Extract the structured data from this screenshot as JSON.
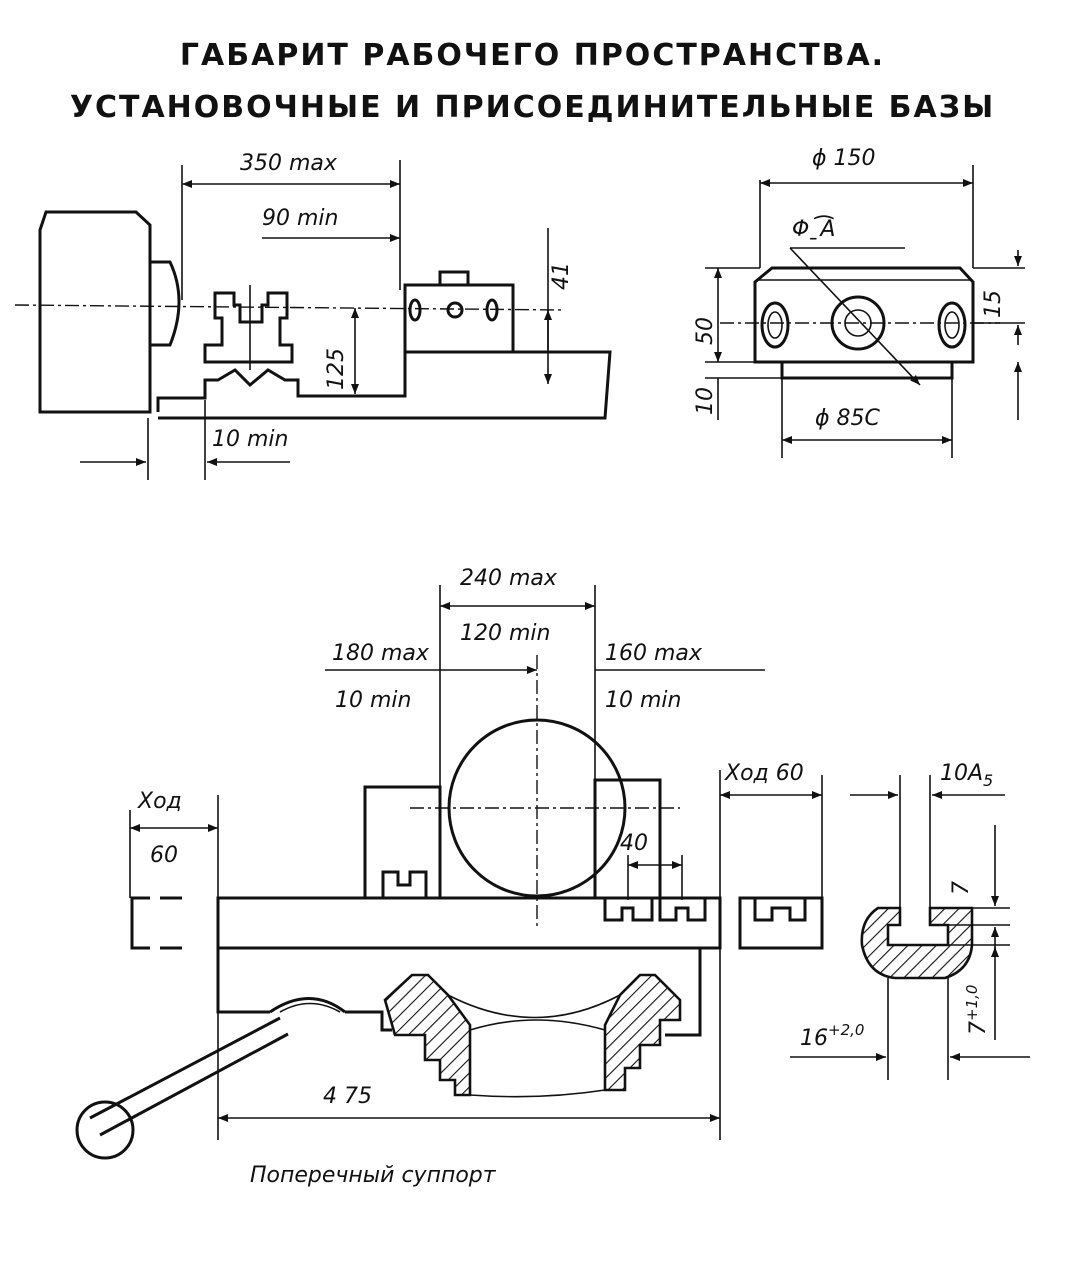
{
  "title": {
    "line1": "ГАБАРИТ РАБОЧЕГО ПРОСТРАНСТВА.",
    "line2": "УСТАНОВОЧНЫЕ И ПРИСОЕДИНИТЕЛЬНЫЕ БАЗЫ"
  },
  "side_view": {
    "dim_350max": "350 max",
    "dim_90min": "90 min",
    "dim_125": "125",
    "dim_41": "41",
    "dim_10min": "10 min"
  },
  "holder_view": {
    "dim_phi150": "ϕ 150",
    "dim_phi_a": "Φˍ͡͡A",
    "dim_50": "50",
    "dim_15": "15",
    "dim_10": "10",
    "dim_phi85c": "ϕ 85C"
  },
  "cross_slide": {
    "dim_240max": "240 max",
    "dim_120min": "120 min",
    "dim_180max": "180 max",
    "dim_10min_left": "10 min",
    "dim_160max": "160 max",
    "dim_10min_right": "10 min",
    "dim_40": "40",
    "travel_right": "Ход 60",
    "travel_left_1": "Ход",
    "travel_left_2": "60",
    "dim_475": "4 75",
    "caption": "Поперечный суппорт"
  },
  "t_slot": {
    "dim_10a5": "10A",
    "dim_10a5_sub": "5",
    "dim_7": "7",
    "dim_16": "16",
    "dim_16_tol": "+2,0",
    "dim_7b": "7",
    "dim_7b_tol": "+1,0"
  }
}
